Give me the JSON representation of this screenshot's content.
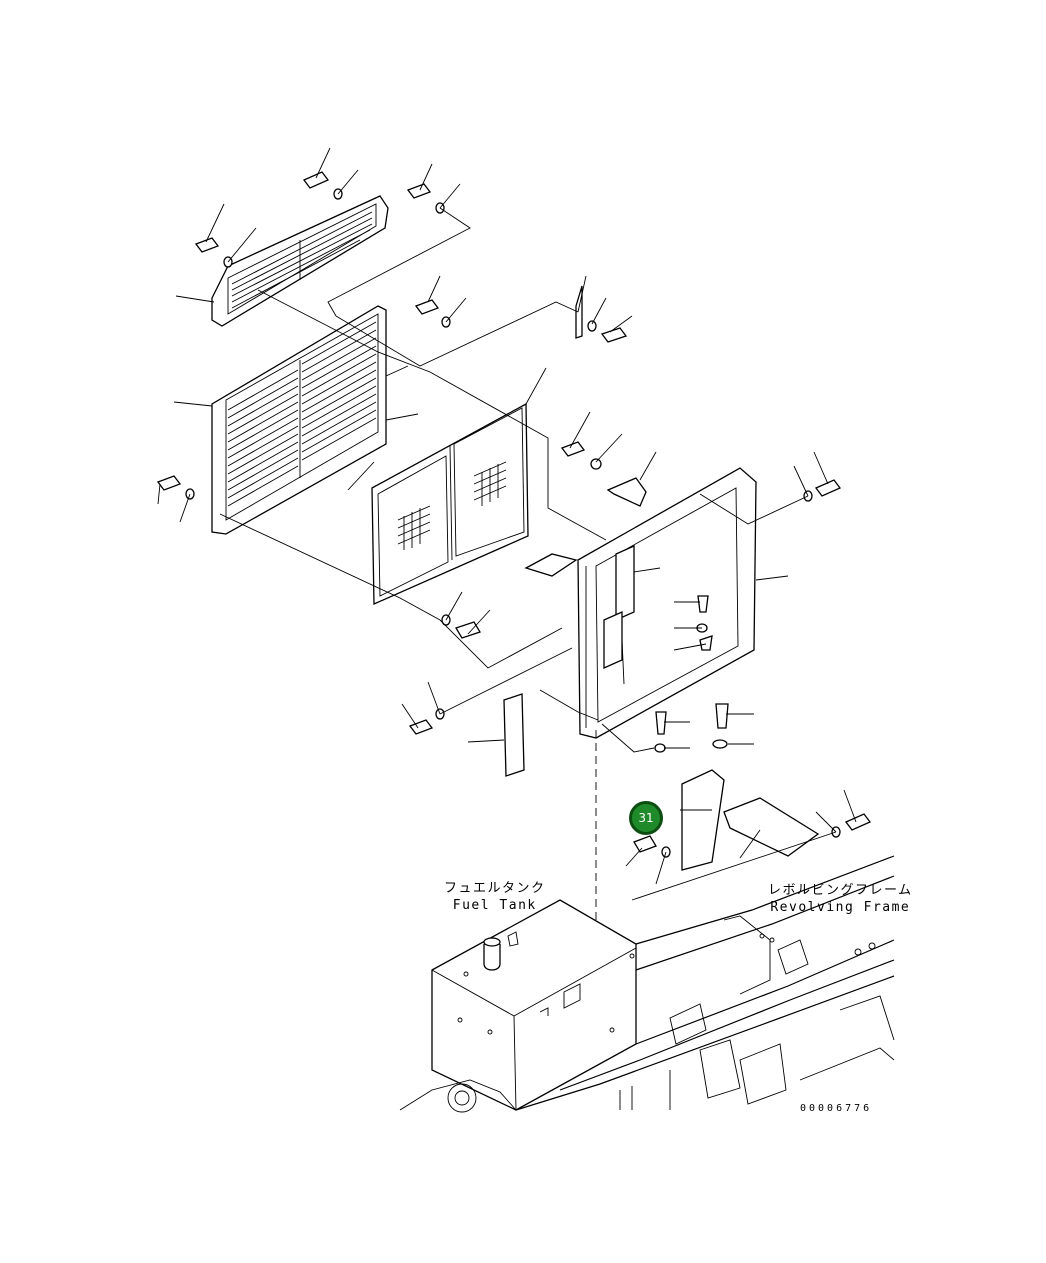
{
  "labels": {
    "fuel_tank_jp": "フュエルタンク",
    "fuel_tank_en": "Fuel Tank",
    "revolving_frame_jp": "レボルビングフレーム",
    "revolving_frame_en": "Revolving Frame"
  },
  "callout": {
    "number": "31",
    "color": "#1f8a2a"
  },
  "drawing_number": "00006776"
}
